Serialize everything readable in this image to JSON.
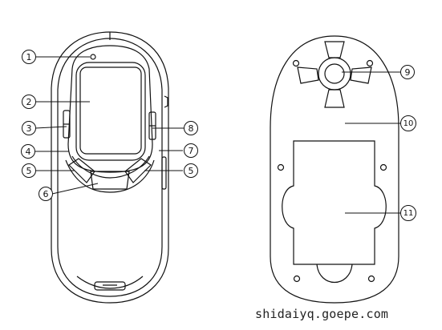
{
  "callouts": {
    "c1": "1",
    "c2": "2",
    "c3": "3",
    "c4": "4",
    "c5a": "5",
    "c5b": "5",
    "c6": "6",
    "c7": "7",
    "c8": "8",
    "c9": "9",
    "c10": "10",
    "c11": "11"
  },
  "watermark": "shidaiyq.goepe.com",
  "colors": {
    "line": "#111111",
    "background": "#ffffff"
  }
}
